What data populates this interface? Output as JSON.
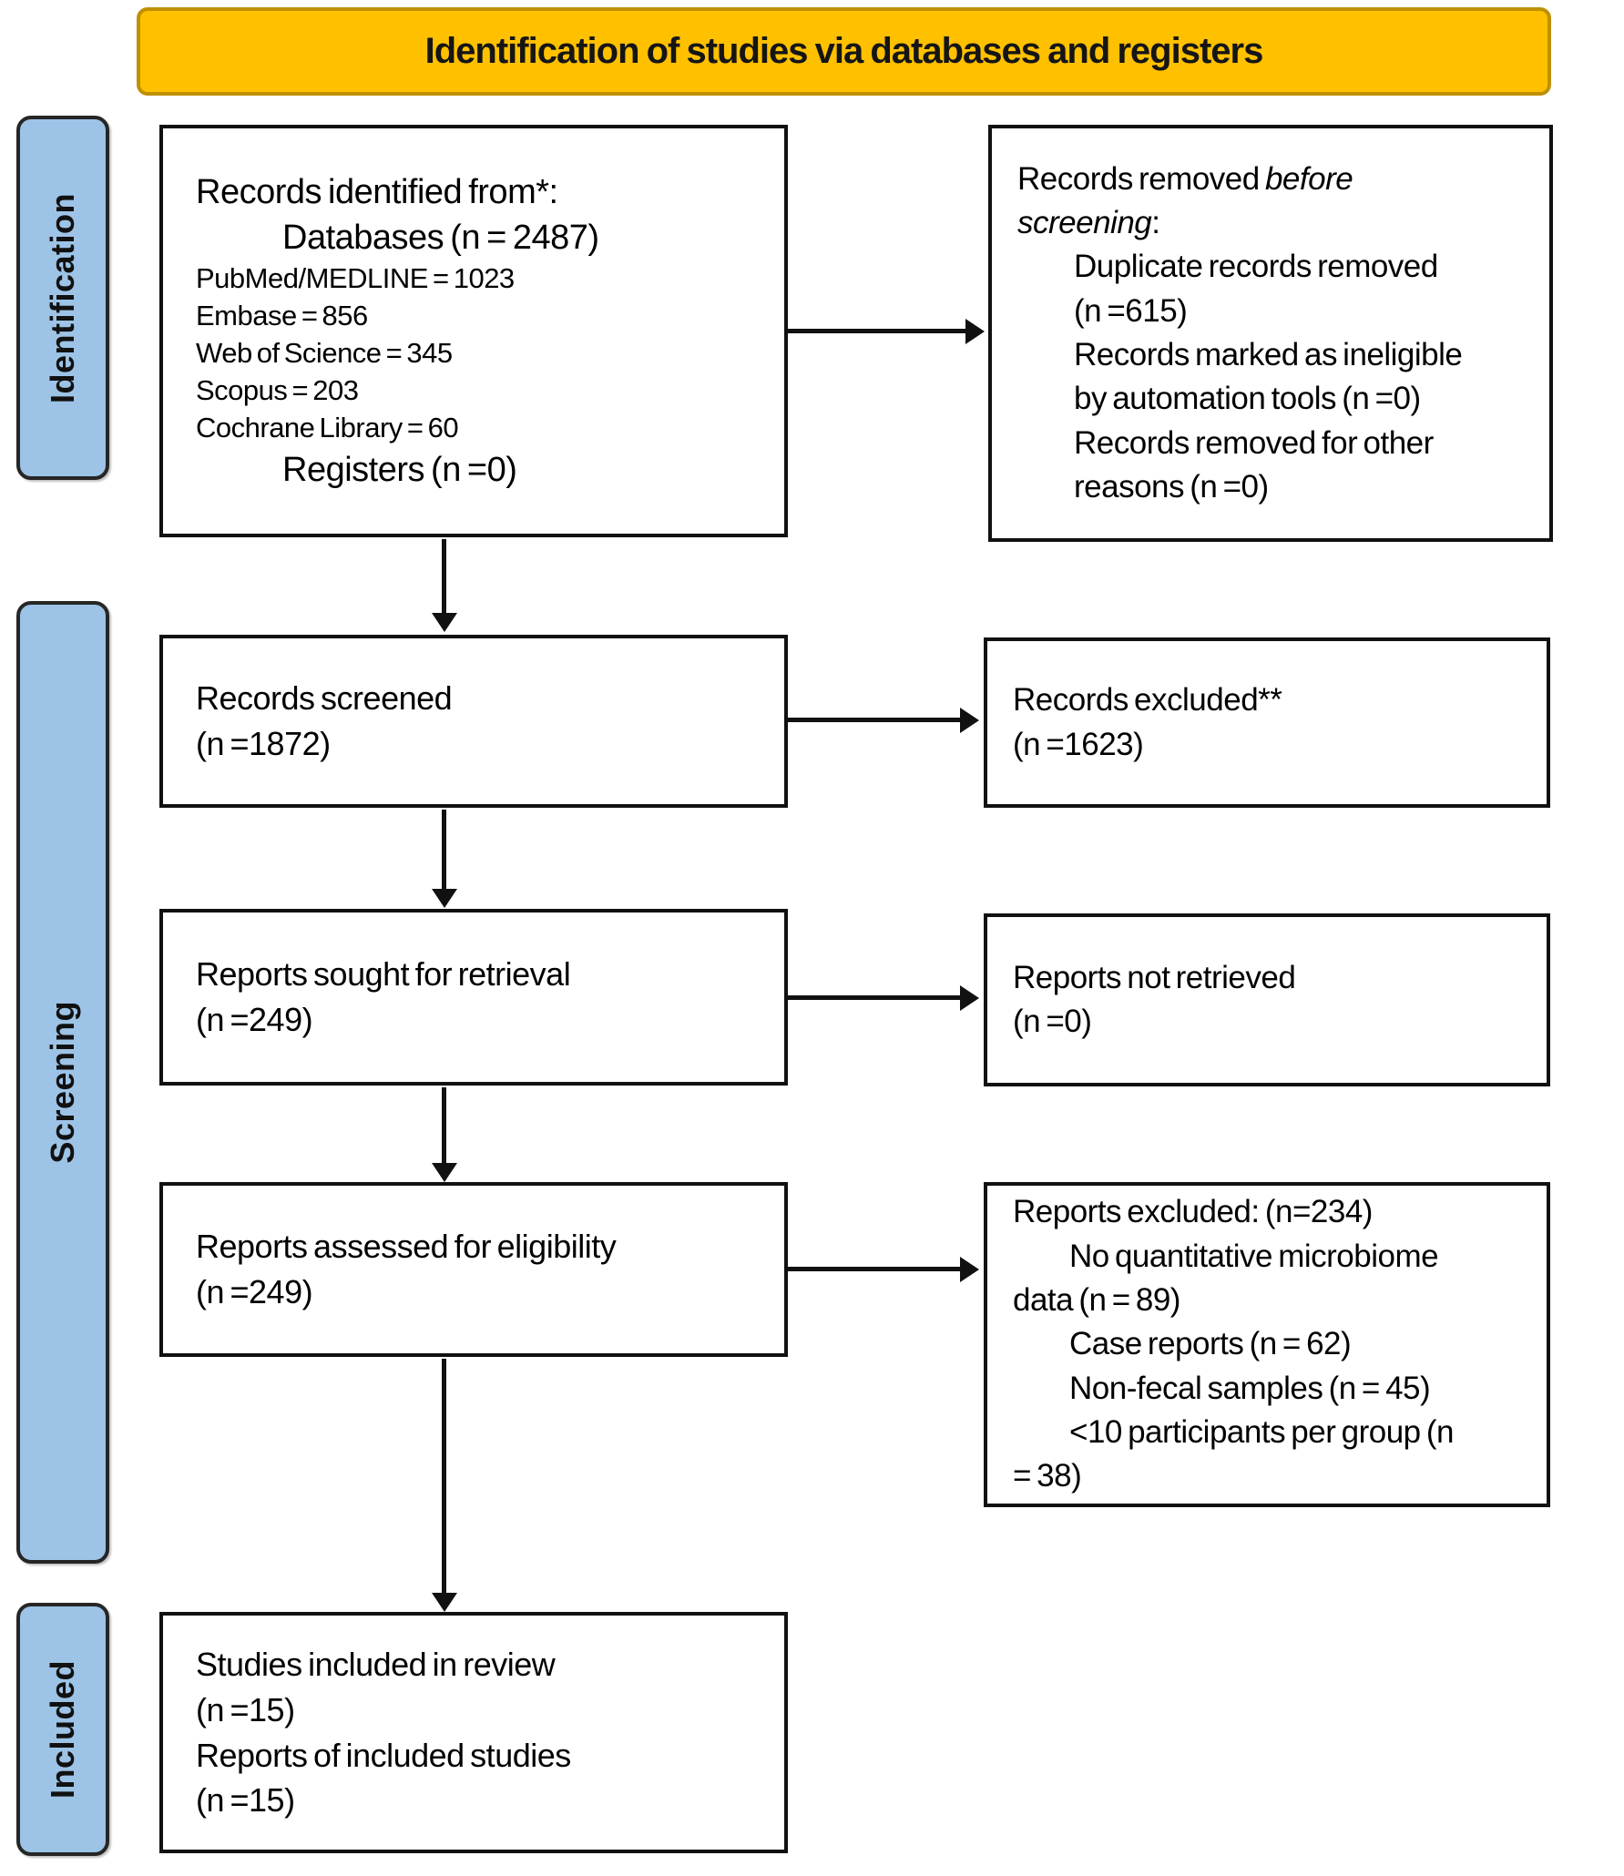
{
  "title": "Identification of studies via databases and registers",
  "colors": {
    "banner_bg": "#FFC000",
    "banner_border": "#BF9000",
    "stage_bg": "#9DC3E6",
    "stage_border": "#262626",
    "box_border": "#111111",
    "arrow": "#111111"
  },
  "stages": [
    {
      "label": "Identification"
    },
    {
      "label": "Screening"
    },
    {
      "label": "Included"
    }
  ],
  "boxes": {
    "records_identified": {
      "lines": [
        {
          "t": "Records identified from*:",
          "ind": 0,
          "sz": "lg"
        },
        {
          "t": "Databases (n = 2487)",
          "ind": 1,
          "sz": "lg"
        },
        {
          "t": "PubMed/MEDLINE = 1023",
          "ind": 0,
          "sz": "sm"
        },
        {
          "t": "Embase = 856",
          "ind": 0,
          "sz": "sm"
        },
        {
          "t": "Web of Science = 345",
          "ind": 0,
          "sz": "sm"
        },
        {
          "t": "Scopus = 203",
          "ind": 0,
          "sz": "sm"
        },
        {
          "t": "Cochrane Library = 60",
          "ind": 0,
          "sz": "sm"
        },
        {
          "t": "Registers (n =0)",
          "ind": 1,
          "sz": "lg"
        }
      ]
    },
    "records_removed": {
      "lines": [
        {
          "parts": [
            {
              "t": "Records removed ",
              "i": false
            },
            {
              "t": "before",
              "i": true
            }
          ],
          "ind": 0
        },
        {
          "parts": [
            {
              "t": "screening",
              "i": true
            },
            {
              "t": ":",
              "i": false
            }
          ],
          "ind": 0
        },
        {
          "t": "Duplicate records removed",
          "ind": 1
        },
        {
          "t": "(n =615)",
          "ind": 1
        },
        {
          "t": "Records marked as ineligible",
          "ind": 1
        },
        {
          "t": "by automation tools (n =0)",
          "ind": 1
        },
        {
          "t": "Records removed for other",
          "ind": 1
        },
        {
          "t": "reasons (n =0)",
          "ind": 1
        }
      ]
    },
    "records_screened": {
      "lines": [
        {
          "t": "Records screened",
          "ind": 0
        },
        {
          "t": "(n =1872)",
          "ind": 0
        }
      ]
    },
    "records_excluded": {
      "lines": [
        {
          "t": "Records excluded**",
          "ind": 0
        },
        {
          "t": "(n =1623)",
          "ind": 0
        }
      ]
    },
    "reports_sought": {
      "lines": [
        {
          "t": "Reports sought for retrieval",
          "ind": 0
        },
        {
          "t": "(n =249)",
          "ind": 0
        }
      ]
    },
    "reports_not_retrieved": {
      "lines": [
        {
          "t": "Reports not retrieved",
          "ind": 0
        },
        {
          "t": "(n =0)",
          "ind": 0
        }
      ]
    },
    "reports_assessed": {
      "lines": [
        {
          "t": "Reports assessed for eligibility",
          "ind": 0
        },
        {
          "t": "(n =249)",
          "ind": 0
        }
      ]
    },
    "reports_excluded": {
      "lines": [
        {
          "t": "Reports excluded: (n=234)",
          "ind": 0
        },
        {
          "t": "No quantitative microbiome",
          "ind": 1
        },
        {
          "t": "data (n = 89)",
          "ind": 0
        },
        {
          "t": "Case reports (n = 62)",
          "ind": 1
        },
        {
          "t": "Non-fecal samples (n = 45)",
          "ind": 1
        },
        {
          "t": "<10 participants per group (n",
          "ind": 1
        },
        {
          "t": "= 38)",
          "ind": 0
        }
      ]
    },
    "studies_included": {
      "lines": [
        {
          "t": "Studies included in review",
          "ind": 0
        },
        {
          "t": "(n =15)",
          "ind": 0
        },
        {
          "t": "Reports of included studies",
          "ind": 0
        },
        {
          "t": "(n =15)",
          "ind": 0
        }
      ]
    }
  }
}
